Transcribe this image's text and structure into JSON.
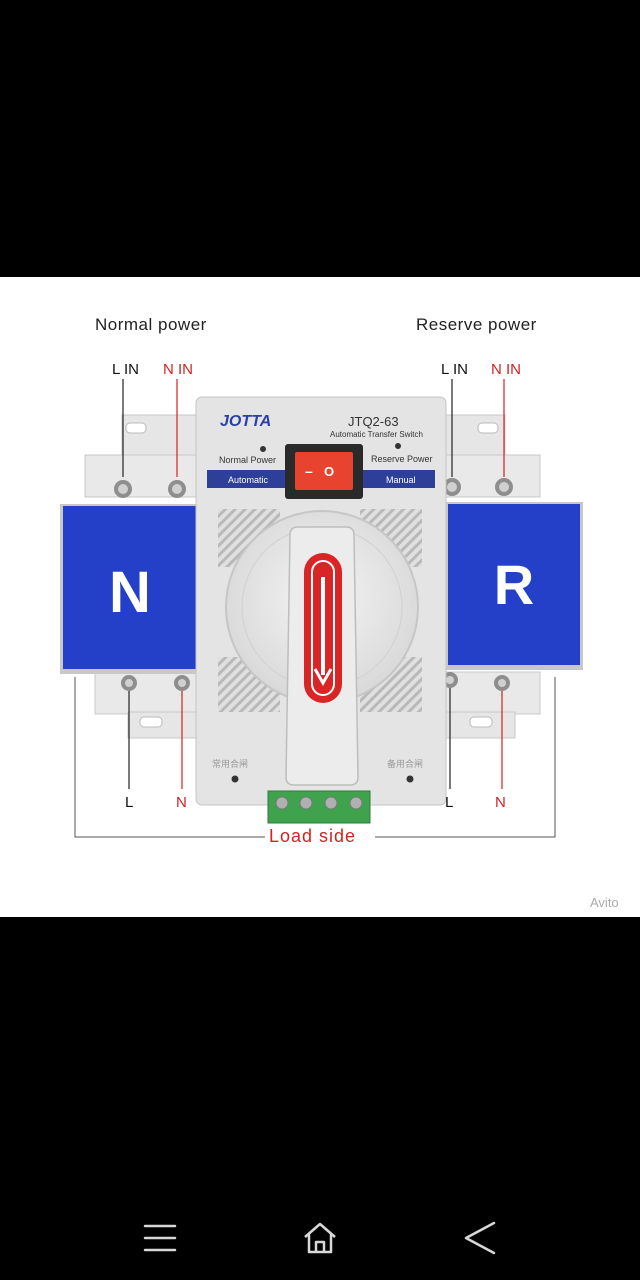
{
  "photo": {
    "heading_left": "Normal power",
    "heading_right": "Reserve power",
    "terminals_top": {
      "left_l": "L IN",
      "left_n": "N IN",
      "right_l": "L IN",
      "right_n": "N IN"
    },
    "terminals_bottom": {
      "left_l": "L",
      "left_n": "N",
      "right_l": "L",
      "right_n": "N"
    },
    "load_label": "Load side",
    "brand": "JOTTA",
    "model": "JTQ2-63",
    "subtitle": "Automatic  Transfer  Switch",
    "normal_power": "Normal Power",
    "reserve_power": "Reserve Power",
    "mode_left": "Automatic",
    "mode_right": "Manual",
    "switch_off": "–",
    "switch_on": "O",
    "block_left": "N",
    "block_right": "R",
    "chinese_left": "常用合闸",
    "chinese_right": "备用合闸",
    "watermark": "Avito"
  },
  "nav": {
    "icons": [
      "menu-icon",
      "home-icon",
      "back-icon"
    ]
  },
  "colors": {
    "blue_panel": "#2440c8",
    "red": "#d42222",
    "switch_red": "#e8432e",
    "body_gray": "#e4e4e4",
    "terminal_green": "#3fa34d"
  }
}
